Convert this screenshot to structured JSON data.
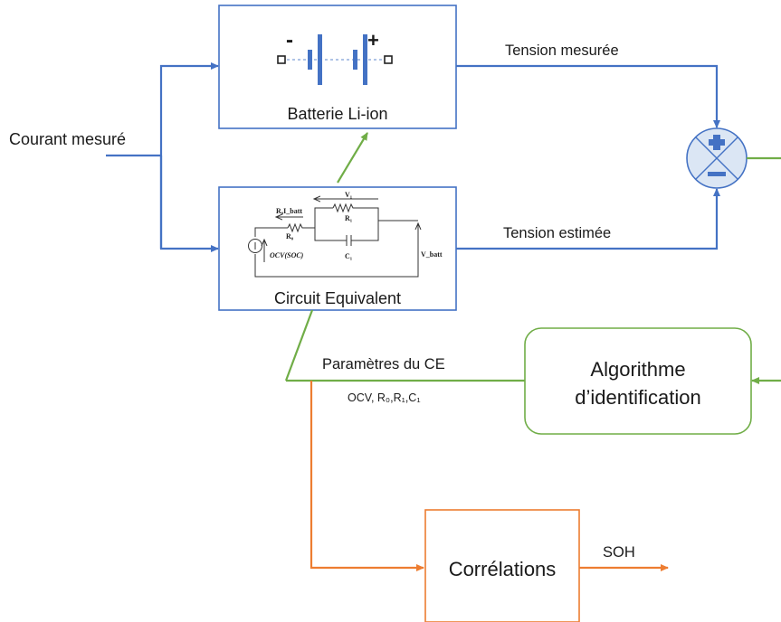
{
  "inputs": {
    "current_label": "Courant mesuré"
  },
  "blocks": {
    "battery": {
      "label": "Batterie Li-ion",
      "minus": "-",
      "plus": "+"
    },
    "circuit": {
      "label": "Circuit Equivalent"
    },
    "algorithm": {
      "line1": "Algorithme",
      "line2": "d’identification"
    },
    "correlations": {
      "label": "Corrélations"
    }
  },
  "signals": {
    "measured_voltage": "Tension mesurée",
    "estimated_voltage": "Tension estimée",
    "ce_params": "Paramètres du CE",
    "ce_params_list": "OCV, R₀,R₁,C₁",
    "soh": "SOH"
  },
  "circuit_symbols": {
    "v1": "V₁",
    "r1": "R₁",
    "c1": "C₁",
    "r0": "R₀",
    "r0_i": "R₀I_batt",
    "ocv": "OCV(SOC)",
    "vbatt": "V_batt"
  },
  "colors": {
    "blue": "#4472c4",
    "green": "#70ad47",
    "orange": "#ed7d31",
    "summer_fill": "#dbe6f4"
  }
}
